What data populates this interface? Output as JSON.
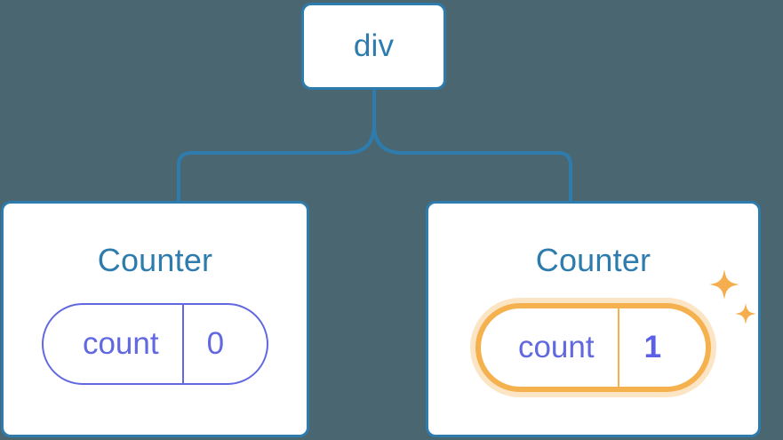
{
  "theme": {
    "background": "#4a6670",
    "node_border": "#2d7cad",
    "node_text": "#2d7cad",
    "card_background": "#ffffff",
    "pill_border": "#6168e0",
    "pill_text": "#6168e0",
    "highlight_border": "#f5b14e",
    "highlight_glow": "#fbdcae",
    "highlight_value_text": "#5b60e6",
    "connector_line": "#2d7cad"
  },
  "diagram": {
    "type": "component-tree",
    "root": {
      "label": "div",
      "name": "root-node"
    },
    "children": [
      {
        "name": "counter-left",
        "title": "Counter",
        "state": {
          "key": "count",
          "value": "0",
          "highlighted": false
        }
      },
      {
        "name": "counter-right",
        "title": "Counter",
        "state": {
          "key": "count",
          "value": "1",
          "highlighted": true
        },
        "sparkle": {
          "large_icon": "sparkle-icon",
          "small_icon": "sparkle-icon"
        }
      }
    ]
  }
}
